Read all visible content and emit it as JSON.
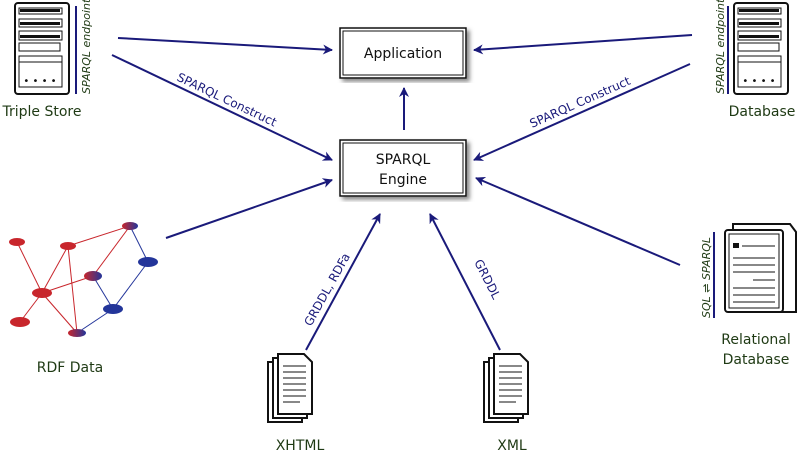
{
  "nodes": {
    "application": "Application",
    "engine_line1": "SPARQL",
    "engine_line2": "Engine",
    "triple_store": "Triple Store",
    "database": "Database",
    "rdf_data": "RDF Data",
    "relational_line1": "Relational",
    "relational_line2": "Database",
    "xhtml": "XHTML",
    "xml": "XML"
  },
  "side_labels": {
    "triple_store_endpoint": "SPARQL endpoint",
    "database_endpoint": "SPARQL endpoint",
    "relational_mapping": "SQL ⇌ SPARQL"
  },
  "edge_labels": {
    "triple_construct": "SPARQL Construct",
    "database_construct": "SPARQL Construct",
    "xhtml_edge": "GRDDL, RDFa",
    "xml_edge": "GRDDL"
  },
  "colors": {
    "arrow": "#1a1a7a",
    "red_node": "#c8262c",
    "blue_node": "#23359a",
    "label": "#1f3a14"
  }
}
